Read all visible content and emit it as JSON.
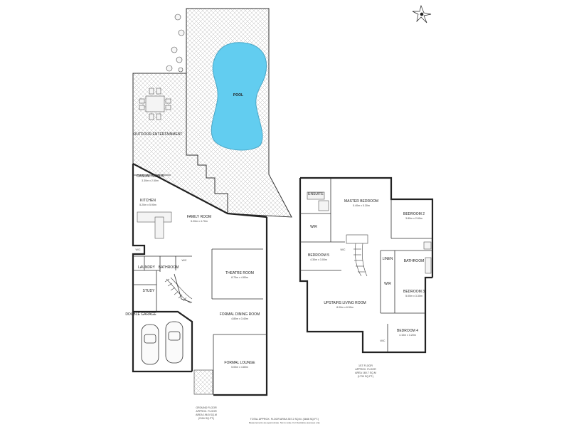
{
  "ground_rooms": [
    {
      "name": "POOL",
      "dims": ""
    },
    {
      "name": "OUTDOOR ENTERTAINMENT",
      "dims": ""
    },
    {
      "name": "CASUAL MEALS",
      "dims": "3.30m x 2.50m"
    },
    {
      "name": "KITCHEN",
      "dims": "5.20m x 5.90m"
    },
    {
      "name": "FAMILY ROOM",
      "dims": "5.20m x 4.70m"
    },
    {
      "name": "LAUNDRY",
      "dims": ""
    },
    {
      "name": "BATHROOM",
      "dims": ""
    },
    {
      "name": "THEATRE ROOM",
      "dims": "8.70m x 4.80m"
    },
    {
      "name": "STUDY",
      "dims": ""
    },
    {
      "name": "DOUBLE GARAGE",
      "dims": ""
    },
    {
      "name": "FORMAL DINING ROOM",
      "dims": "4.80m x 3.40m"
    },
    {
      "name": "FORMAL LOUNGE",
      "dims": "5.00m x 4.80m"
    }
  ],
  "ground_small": [
    "W/C",
    "W/C"
  ],
  "upper_rooms": [
    {
      "name": "ENSUITE",
      "dims": ""
    },
    {
      "name": "MASTER BEDROOM",
      "dims": "5.40m x 5.30m"
    },
    {
      "name": "BEDROOM 2",
      "dims": "3.80m x 2.60m"
    },
    {
      "name": "WIR",
      "dims": ""
    },
    {
      "name": "BEDROOM 5",
      "dims": "4.30m x 3.00m"
    },
    {
      "name": "LINEN",
      "dims": ""
    },
    {
      "name": "BATHROOM",
      "dims": ""
    },
    {
      "name": "WIR",
      "dims": ""
    },
    {
      "name": "BEDROOM 3",
      "dims": "5.00m x 3.30m"
    },
    {
      "name": "UPSTAIRS LIVING ROOM",
      "dims": "8.00m x 6.50m"
    },
    {
      "name": "BEDROOM 4",
      "dims": "4.10m x 3.20m"
    }
  ],
  "upper_small": [
    "W/C",
    "W/C"
  ],
  "ground_floor_caption": [
    "GROUND FLOOR",
    "APPROX. FLOOR",
    "AREA 196.5 SQ.M",
    "(2116 SQ.FT.)"
  ],
  "first_floor_caption": [
    "1ST FLOOR",
    "APPROX. FLOOR",
    "AREA 160.7 SQ.M",
    "(1730 SQ.FT.)"
  ],
  "total_caption": [
    "TOTAL APPROX. FLOOR AREA 357.2 SQ.M. (3846 SQ.FT.)",
    "Measurements are approximate. Not to scale. For illustrative purposes only."
  ],
  "colors": {
    "pool": "#62cdf0",
    "wall": "#222222",
    "hatch": "#bcbcbc"
  },
  "icons": [
    "compass-icon",
    "car-icon",
    "plant-icon",
    "outdoor-table-icon",
    "staircase-icon"
  ]
}
